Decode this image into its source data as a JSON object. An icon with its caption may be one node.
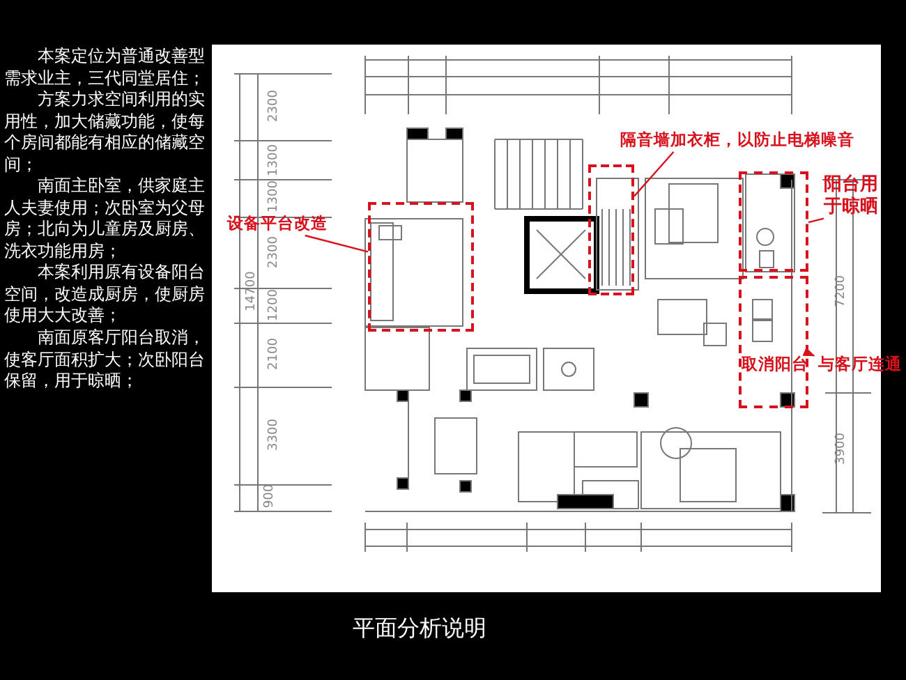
{
  "diagram": {
    "caption": "平面分析说明",
    "nodes": [
      {
        "text": [
          "设备平台改造"
        ]
      },
      {
        "text": [],
        "shape": "box"
      },
      {
        "text": [
          "隔音墙加衣柜，以防止电梯噪音"
        ]
      },
      {
        "text": [],
        "shape": "box"
      },
      {
        "text": [],
        "shape": "box"
      },
      {
        "text": [
          "阳台用于晾晒"
        ]
      },
      {
        "text": [],
        "shape": "box"
      },
      {
        "text": [
          "取消阳台"
        ],
        "in": 6
      },
      {
        "text": [
          "与客厅连通"
        ]
      }
    ],
    "edges": [
      {
        "from": 0,
        "to": 1,
        "arrow": "none"
      },
      {
        "from": 2,
        "to": 3,
        "arrow": "none"
      },
      {
        "from": 5,
        "to": 4,
        "arrow": "none"
      },
      {
        "from": 6,
        "to": 8,
        "arrow": "to"
      }
    ],
    "labels": [
      "本案定位为普通改善型需求业主，三代同堂居住；",
      "方案力求空间利用的实用性，加大储藏功能，使每个房间都能有相应的储藏空间；",
      "南面主卧室，供家庭主人夫妻使用；次卧室为父母房；北向为儿童房及厨房、洗衣功能用房；",
      "本案利用原有设备阳台空间，改造成厨房，使厨房使用大大改善；",
      "南面原客厅阳台取消，使客厅面积扩大；次卧阳台保留，用于晾晒；",
      "2300",
      "1300",
      "1300",
      "2300",
      "1200",
      "2100",
      "3300",
      "900",
      "14700",
      "7200",
      "3900"
    ]
  }
}
